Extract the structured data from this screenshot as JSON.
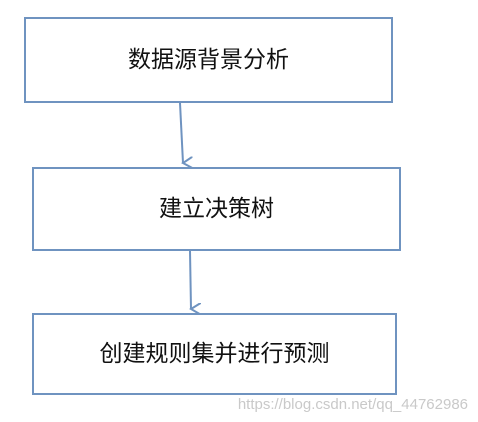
{
  "flowchart": {
    "steps": [
      {
        "label": "数据源背景分析"
      },
      {
        "label": "建立决策树"
      },
      {
        "label": "创建规则集并进行预测"
      }
    ],
    "colors": {
      "box_border": "#6f93c0",
      "arrow": "#6f93c0",
      "text": "#111111"
    }
  },
  "watermark": {
    "text": "https://blog.csdn.net/qq_44762986"
  }
}
